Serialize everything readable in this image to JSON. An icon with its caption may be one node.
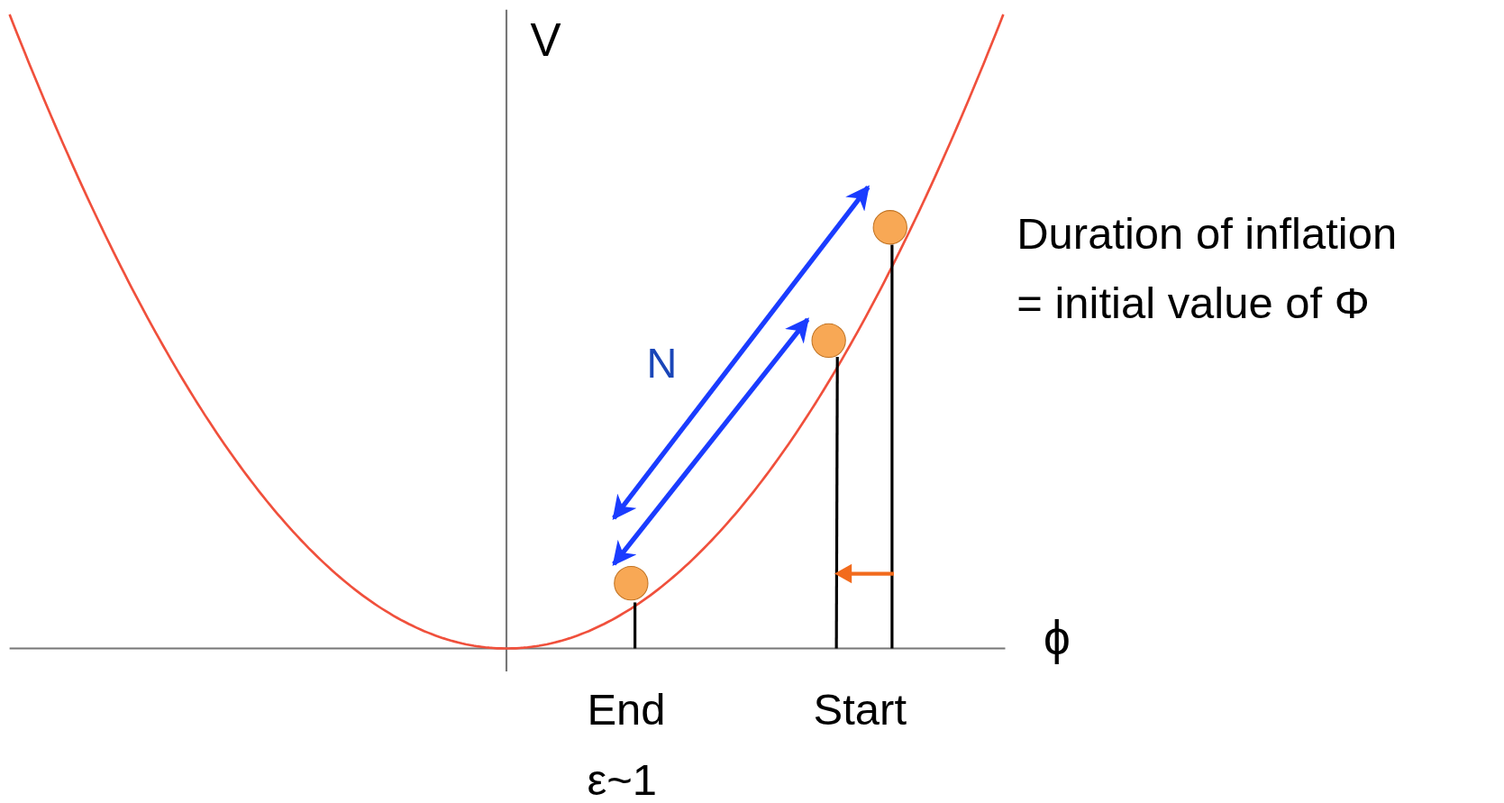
{
  "diagram": {
    "nodes": [
      {
        "text": [],
        "shape": "circle"
      },
      {
        "text": [],
        "shape": "circle"
      },
      {
        "text": [],
        "shape": "circle"
      }
    ],
    "edges": [
      {
        "from": 0,
        "to": 2,
        "arrow": "both",
        "label": "N",
        "color": "#1a3cff"
      },
      {
        "from": 0,
        "to": 1,
        "arrow": "both",
        "color": "#1a3cff"
      }
    ],
    "labels": [
      "V",
      "Duration of inflation",
      "= initial value of Φ",
      "ϕ",
      "End",
      "ε~1",
      "Start"
    ]
  }
}
